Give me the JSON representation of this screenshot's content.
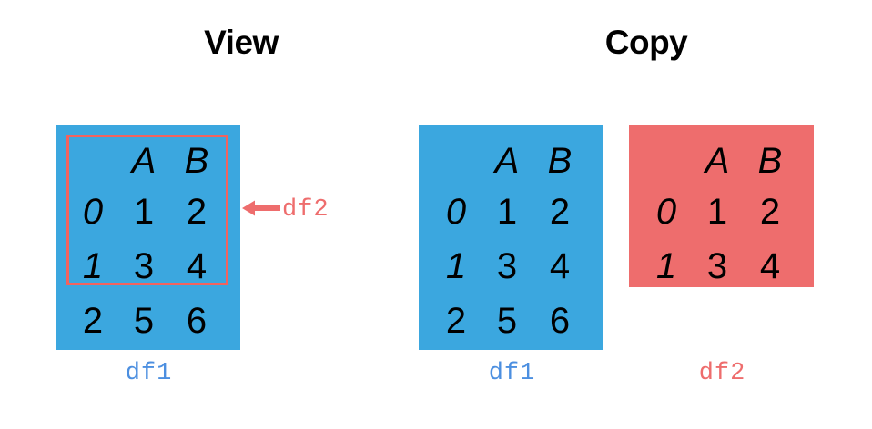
{
  "figure": {
    "background_color": "#ffffff",
    "blue_color": "#3BA7DF",
    "red_color": "#EE6D6D",
    "highlight_color": "#F2635F",
    "caption_blue_color": "#4C8FE0"
  },
  "panels": [
    {
      "id": "view",
      "title": "View"
    },
    {
      "id": "copy",
      "title": "Copy"
    }
  ],
  "annotation": {
    "arrow_icon": "arrow-left-icon",
    "label": "df2"
  },
  "frames": {
    "view_df1": {
      "caption": "df1",
      "columns": [
        "A",
        "B"
      ],
      "index": [
        "0",
        "1",
        "2"
      ],
      "rows": [
        {
          "index": "0",
          "A": "1",
          "B": "2"
        },
        {
          "index": "1",
          "A": "3",
          "B": "4"
        },
        {
          "index": "2",
          "A": "5",
          "B": "6"
        }
      ]
    },
    "copy_df1": {
      "caption": "df1",
      "columns": [
        "A",
        "B"
      ],
      "index": [
        "0",
        "1",
        "2"
      ],
      "rows": [
        {
          "index": "0",
          "A": "1",
          "B": "2"
        },
        {
          "index": "1",
          "A": "3",
          "B": "4"
        },
        {
          "index": "2",
          "A": "5",
          "B": "6"
        }
      ]
    },
    "copy_df2": {
      "caption": "df2",
      "columns": [
        "A",
        "B"
      ],
      "index": [
        "0",
        "1"
      ],
      "rows": [
        {
          "index": "0",
          "A": "1",
          "B": "2"
        },
        {
          "index": "1",
          "A": "3",
          "B": "4"
        }
      ]
    }
  }
}
